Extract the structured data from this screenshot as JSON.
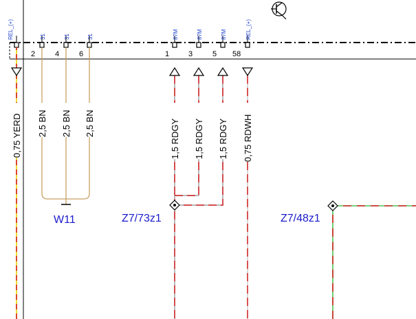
{
  "pins": {
    "p1": "REL_(+)",
    "p2": "31",
    "p3": "31",
    "p4": "31",
    "p5": "87M",
    "p6": "87M",
    "p7": "87M",
    "p8": "REL_(+)"
  },
  "positions": {
    "n2": "2",
    "n4": "4",
    "n6": "6",
    "n1": "1",
    "n3": "3",
    "n5": "5",
    "n58": "58"
  },
  "wires": {
    "w1": "0,75 YERD",
    "w2": "2,5 BN",
    "w3": "2,5 BN",
    "w4": "2,5 BN",
    "w5": "1,5 RDGY",
    "w6": "1,5 RDGY",
    "w7": "1,5 RDGY",
    "w8": "0,75 RDWH"
  },
  "connectors": {
    "w11": "W11",
    "z7_73z1": "Z7/73z1",
    "z7_48z1": "Z7/48z1"
  },
  "colors": {
    "harness": "#c8a060",
    "red": "#d42020",
    "yellow": "#e8d000",
    "green": "#50c050",
    "label_blue": "#1a1acc",
    "pin_blue": "#2244cc"
  },
  "icons": {
    "ground_symbol": "transistor-icon"
  }
}
